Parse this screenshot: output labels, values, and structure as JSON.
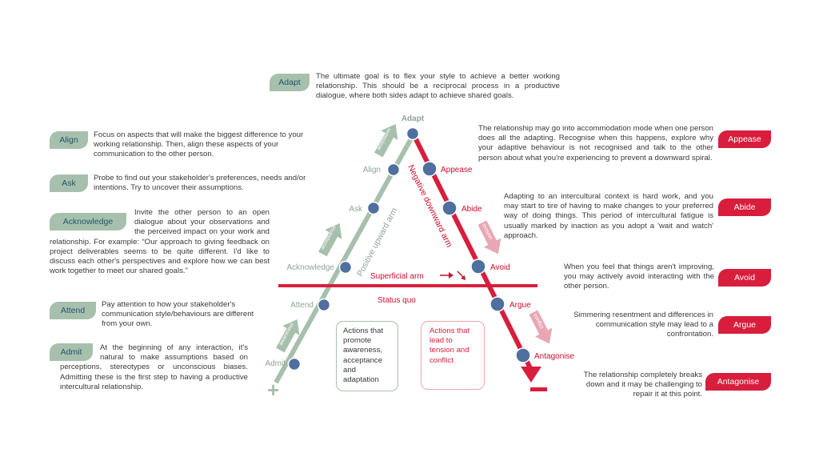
{
  "left": {
    "adapt": {
      "tag": "Adapt",
      "text": "The ultimate goal is to flex your style to achieve a better working relationship. This should be a reciprocal process in a productive dialogue, where both sides adapt to achieve shared goals."
    },
    "align": {
      "tag": "Align",
      "text": "Focus on aspects that will make the biggest difference to your working relationship. Then, align these aspects of your communication to the other person."
    },
    "ask": {
      "tag": "Ask",
      "text": "Probe to find out your stakeholder's preferences, needs and/or intentions. Try to uncover their assumptions."
    },
    "acknowledge": {
      "tag": "Acknowledge",
      "text": "Invite the other person to an open dialogue about your observations and the perceived impact on your work and relationship. For example: “Our approach to giving feedback on project deliverables seems to be quite different. I'd like to discuss each other's perspectives and explore how we can best work together to meet our shared goals.”"
    },
    "attend": {
      "tag": "Attend",
      "text": "Pay attention to how your stakeholder's communication style/behaviours are different from your own."
    },
    "admit": {
      "tag": "Admit",
      "text": "At the beginning of any interaction, it's natural to make assumptions based on perceptions, stereotypes or unconscious biases. Admitting these is the first step to having a productive intercultural relationship."
    }
  },
  "right": {
    "appease": {
      "tag": "Appease",
      "text": "The relationship may go into accommodation mode when one person does all the adapting. Recognise when this happens, explore why your adaptive behaviour is not recognised and talk to the other person about what you're experiencing to prevent a downward spiral."
    },
    "abide": {
      "tag": "Abide",
      "text": "Adapting to an intercultural context is hard work, and you may start to tire of having to make changes to your preferred way of doing things. This period of intercultural fatigue is usually marked by inaction as you adopt a 'wait and watch' approach."
    },
    "avoid": {
      "tag": "Avoid",
      "text": "When you feel that things aren't improving, you may actively avoid interacting with the other person."
    },
    "argue": {
      "tag": "Argue",
      "text": "Simmering resentment and differences in communication style may lead to a confrontation."
    },
    "antagonise": {
      "tag": "Antagonise",
      "text": "The relationship completely breaks down and it may be challenging to repair it at this point."
    }
  },
  "diagram": {
    "apex_label": "Adapt",
    "up_labels": [
      "Admit",
      "Attend",
      "Acknowledge",
      "Ask",
      "Align"
    ],
    "down_labels": [
      "Appease",
      "Abide",
      "Avoid",
      "Argue",
      "Antagonise"
    ],
    "positive_arm": "Positive upward arm",
    "negative_arm": "Negative downward arm",
    "superficial_arm": "Superficial arm",
    "status_quo": "Status quo",
    "arrow_awareness": "awareness",
    "arrow_acceptance": "acceptance",
    "arrow_adaptation": "adaptation",
    "arrow_tension": "tension",
    "arrow_conflict": "conflict",
    "plus": "+",
    "minus": "−",
    "green_box": "Actions that promote awareness, acceptance and adaptation",
    "red_box": "Actions that lead to tension and conflict"
  },
  "colors": {
    "green": "#a7c0ad",
    "green_text": "#8ea694",
    "red": "#d81e3c",
    "pink": "#e8a7b4",
    "node": "#4f6f9e",
    "tag_text": "#21566b"
  }
}
